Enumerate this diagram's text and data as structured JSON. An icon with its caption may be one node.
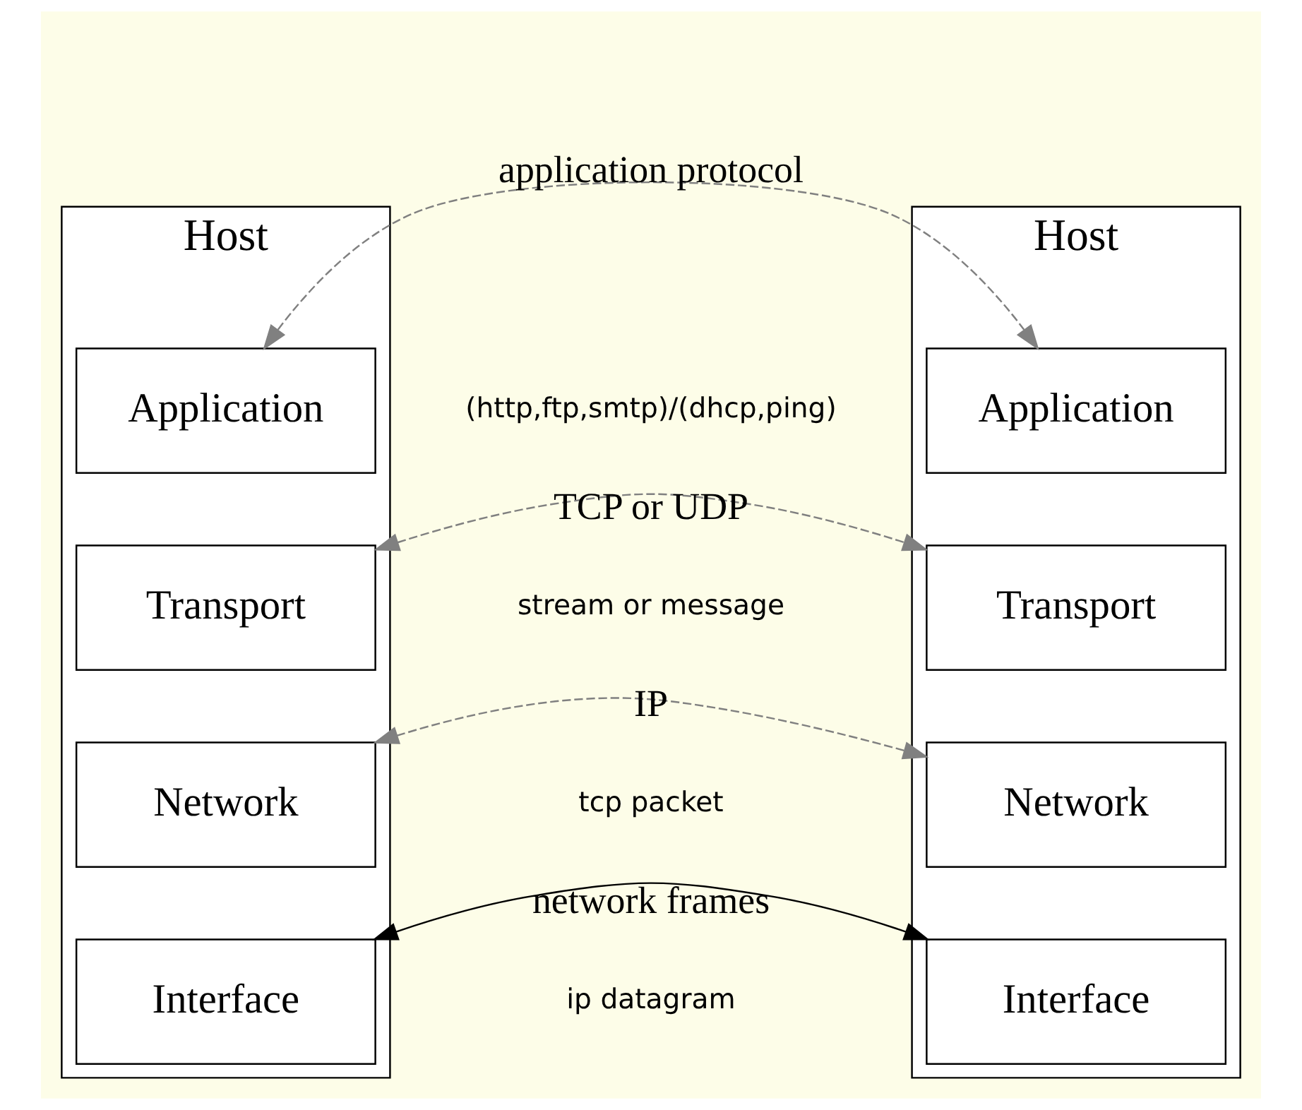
{
  "diagram": {
    "nodes": [
      {
        "text": [
          "Host"
        ]
      },
      {
        "text": [
          "Application"
        ],
        "in": 0
      },
      {
        "text": [
          "Transport"
        ],
        "in": 0
      },
      {
        "text": [
          "Network"
        ],
        "in": 0
      },
      {
        "text": [
          "Interface"
        ],
        "in": 0
      },
      {
        "text": [
          "Host"
        ]
      },
      {
        "text": [
          "Application"
        ],
        "in": 5
      },
      {
        "text": [
          "Transport"
        ],
        "in": 5
      },
      {
        "text": [
          "Network"
        ],
        "in": 5
      },
      {
        "text": [
          "Interface"
        ],
        "in": 5
      }
    ],
    "edges": [
      {
        "from": 1,
        "to": 6,
        "arrow": "both",
        "style": "dashed",
        "label": "application protocol"
      },
      {
        "from": 2,
        "to": 7,
        "arrow": "both",
        "style": "dashed",
        "label": "TCP or UDP"
      },
      {
        "from": 3,
        "to": 8,
        "arrow": "both",
        "style": "dashed",
        "label": "IP"
      },
      {
        "from": 4,
        "to": 9,
        "arrow": "both",
        "color": "#000000",
        "label": "network frames"
      }
    ],
    "labels": [
      "(http,ftp,smtp)/(dhcp,ping)",
      "stream or message",
      "tcp packet",
      "ip datagram"
    ]
  }
}
